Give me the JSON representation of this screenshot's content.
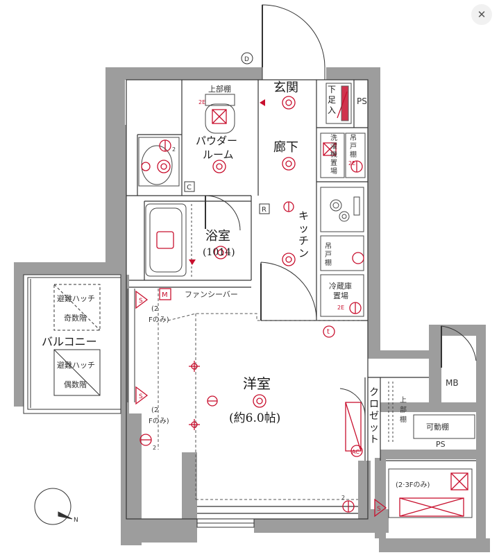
{
  "controls": {
    "close_icon": "close-icon"
  },
  "rooms": {
    "entrance": "玄関",
    "shoe_box_1": "下",
    "shoe_box_2": "足",
    "shoe_box_3": "入",
    "ps_top": "PS",
    "powder_room_1": "パウダー",
    "powder_room_2": "ルーム",
    "upper_shelf_powder": "上部棚",
    "hallway": "廊下",
    "washer_1": "洗",
    "washer_2": "濯",
    "washer_3": "機",
    "washer_4": "置",
    "washer_5": "場",
    "hanging_1a": "吊",
    "hanging_1b": "戸",
    "hanging_1c": "棚",
    "bathroom": "浴室",
    "bathroom_size": "(1014)",
    "kitchen_1": "キ",
    "kitchen_2": "ッ",
    "kitchen_3": "チ",
    "kitchen_4": "ン",
    "hanging_2a": "吊",
    "hanging_2b": "戸",
    "hanging_2c": "棚",
    "fridge_1": "冷蔵庫",
    "fridge_2": "置場",
    "fancy_bar": "ファンシーバー",
    "hatch_odd_1": "避難ハッチ",
    "hatch_odd_2": "奇数階",
    "balcony": "バルコニー",
    "hatch_even_1": "避難ハッチ",
    "hatch_even_2": "偶数階",
    "only_2f_a1": "(2",
    "only_2f_a2": "Fのみ)",
    "only_2f_b1": "(2",
    "only_2f_b2": "Fのみ)",
    "western_room": "洋室",
    "western_room_size": "(約6.0帖)",
    "closet_1": "ク",
    "closet_2": "ロ",
    "closet_3": "ゼ",
    "closet_4": "ッ",
    "closet_5": "ト",
    "upper_shelf_1": "上",
    "upper_shelf_2": "部",
    "upper_shelf_3": "棚",
    "movable_shelf": "可動棚",
    "ps_bottom": "PS",
    "mb": "MB",
    "only_23f": "(2·3Fのみ)"
  },
  "markers": {
    "D": "D",
    "C": "C",
    "R": "R",
    "M": "M",
    "t": "t",
    "S": "S",
    "AC": "AC",
    "E": "2E",
    "two": "2"
  },
  "compass": {
    "north": "N",
    "icon": "compass-icon"
  },
  "colors": {
    "wall": "#9d9d9d",
    "accent": "#c8102e",
    "line": "#333333"
  }
}
